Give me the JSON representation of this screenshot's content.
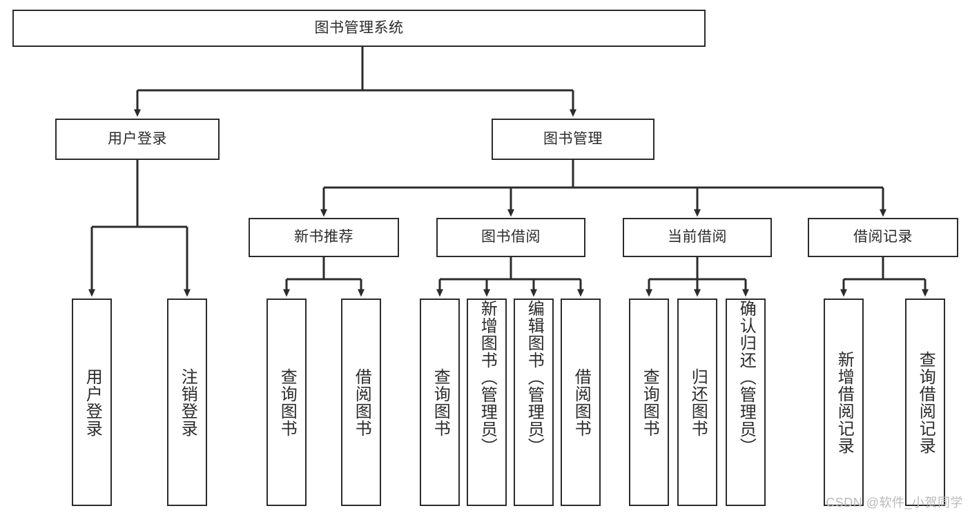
{
  "diagram": {
    "type": "tree-hierarchy-chart",
    "title": "图书管理系统",
    "watermark": "CSDN @软件_小贺同学",
    "colors": {
      "stroke": "#2b2b2b",
      "fill": "#ffffff",
      "background": "#ffffff",
      "watermark": "#b9b9b9"
    },
    "root": {
      "label": "图书管理系统"
    },
    "level2": [
      {
        "label": "用户登录"
      },
      {
        "label": "图书管理"
      }
    ],
    "level3": [
      {
        "label": "新书推荐"
      },
      {
        "label": "图书借阅"
      },
      {
        "label": "当前借阅"
      },
      {
        "label": "借阅记录"
      }
    ],
    "leaves": {
      "user_login": [
        {
          "label": "用户登录"
        },
        {
          "label": "注销登录"
        }
      ],
      "new_book_recommend": [
        {
          "label": "查询图书"
        },
        {
          "label": "借阅图书"
        }
      ],
      "book_borrow": [
        {
          "label": "查询图书"
        },
        {
          "label": "新增图书（管理员）"
        },
        {
          "label": "编辑图书（管理员）"
        },
        {
          "label": "借阅图书"
        }
      ],
      "current_borrow": [
        {
          "label": "查询图书"
        },
        {
          "label": "归还图书"
        },
        {
          "label": "确认归还（管理员）"
        }
      ],
      "borrow_record": [
        {
          "label": "新增借阅记录"
        },
        {
          "label": "查询借阅记录"
        }
      ]
    }
  }
}
